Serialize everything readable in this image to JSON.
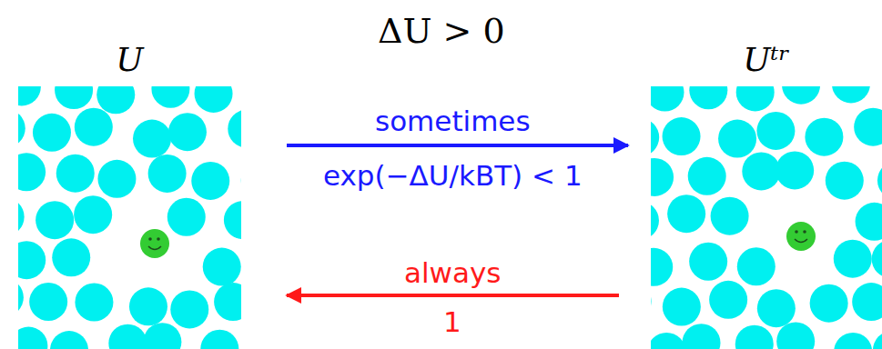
{
  "diagram": {
    "title": "ΔU > 0",
    "nodes": [
      {
        "text": [
          "U"
        ]
      },
      {
        "text": [
          "Uᵗʳ"
        ]
      }
    ],
    "edges": [
      {
        "from": 0,
        "to": 1,
        "arrow": "to",
        "label": "sometimes"
      },
      {
        "from": 1,
        "to": 0,
        "arrow": "to",
        "label": "always"
      }
    ],
    "labels": [
      "exp(−ΔU/kBT) < 1",
      "1"
    ]
  }
}
